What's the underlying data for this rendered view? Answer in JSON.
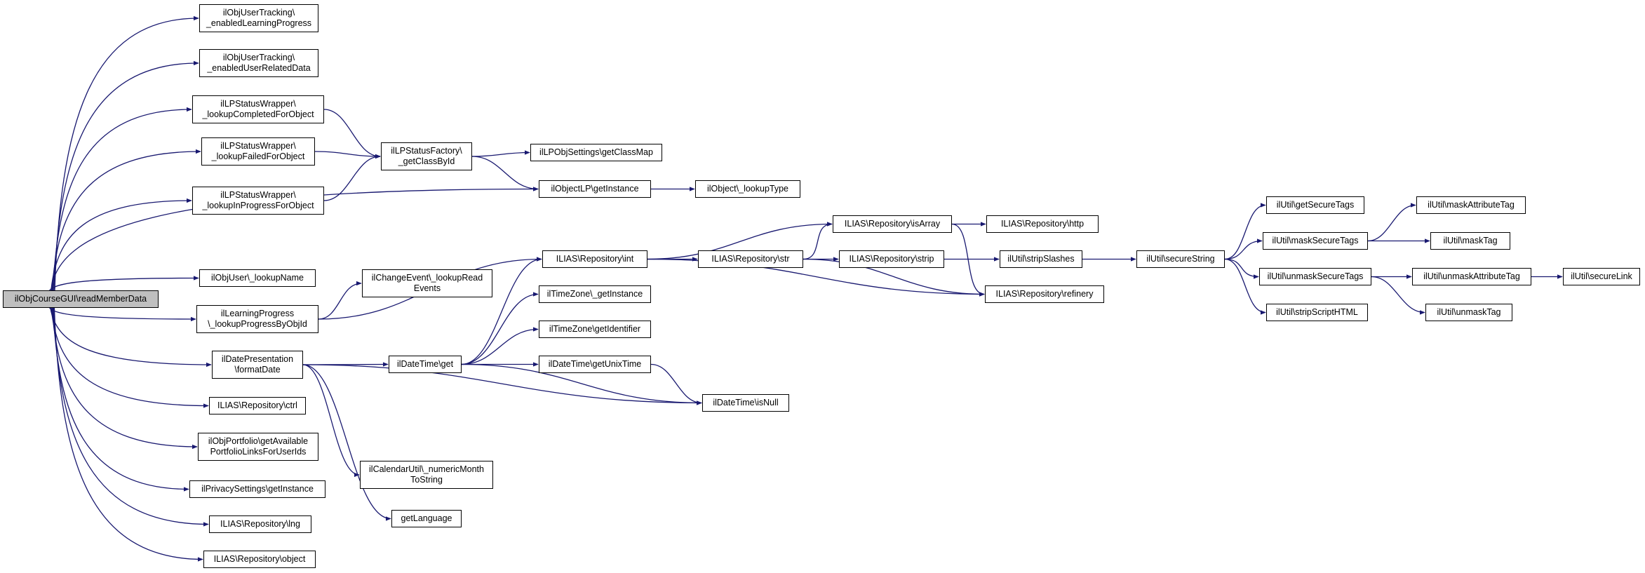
{
  "graph": {
    "edge_color": "#191970",
    "root_fill": "#bfbfbf",
    "nodes": [
      {
        "id": "root",
        "label": "ilObjCourseGUI\\readMemberData"
      },
      {
        "id": "n1",
        "label": "ilObjUserTracking\\\n_enabledLearningProgress"
      },
      {
        "id": "n2",
        "label": "ilObjUserTracking\\\n_enabledUserRelatedData"
      },
      {
        "id": "n3",
        "label": "ilLPStatusWrapper\\\n_lookupCompletedForObject"
      },
      {
        "id": "n4",
        "label": "ilLPStatusWrapper\\\n_lookupFailedForObject"
      },
      {
        "id": "n5",
        "label": "ilLPStatusWrapper\\\n_lookupInProgressForObject"
      },
      {
        "id": "n6",
        "label": "ilLPStatusFactory\\\n_getClassById"
      },
      {
        "id": "n7",
        "label": "ilLPObjSettings\\getClassMap"
      },
      {
        "id": "n8",
        "label": "ilObjectLP\\getInstance"
      },
      {
        "id": "n9",
        "label": "ilObject\\_lookupType"
      },
      {
        "id": "n10",
        "label": "ilObjUser\\_lookupName"
      },
      {
        "id": "n11",
        "label": "ilChangeEvent\\_lookupRead\nEvents"
      },
      {
        "id": "n12",
        "label": "ilLearningProgress\n\\_lookupProgressByObjId"
      },
      {
        "id": "n13",
        "label": "ilDatePresentation\n\\formatDate"
      },
      {
        "id": "n14",
        "label": "ILIAS\\Repository\\ctrl"
      },
      {
        "id": "n15",
        "label": "ilObjPortfolio\\getAvailable\nPortfolioLinksForUserIds"
      },
      {
        "id": "n16",
        "label": "ilPrivacySettings\\getInstance"
      },
      {
        "id": "n17",
        "label": "ILIAS\\Repository\\lng"
      },
      {
        "id": "n18",
        "label": "ILIAS\\Repository\\object"
      },
      {
        "id": "n19",
        "label": "ILIAS\\Repository\\int"
      },
      {
        "id": "n20",
        "label": "ilTimeZone\\_getInstance"
      },
      {
        "id": "n21",
        "label": "ilTimeZone\\getIdentifier"
      },
      {
        "id": "n22",
        "label": "ilDateTime\\getUnixTime"
      },
      {
        "id": "n23",
        "label": "ilDateTime\\get"
      },
      {
        "id": "n24",
        "label": "ilDateTime\\isNull"
      },
      {
        "id": "n25",
        "label": "ilCalendarUtil\\_numericMonth\nToString"
      },
      {
        "id": "n26",
        "label": "getLanguage"
      },
      {
        "id": "n27",
        "label": "ILIAS\\Repository\\isArray"
      },
      {
        "id": "n28",
        "label": "ILIAS\\Repository\\str"
      },
      {
        "id": "n29",
        "label": "ILIAS\\Repository\\strip"
      },
      {
        "id": "n30",
        "label": "ILIAS\\Repository\\http"
      },
      {
        "id": "n31",
        "label": "ILIAS\\Repository\\refinery"
      },
      {
        "id": "n32",
        "label": "ilUtil\\stripSlashes"
      },
      {
        "id": "n33",
        "label": "ilUtil\\secureString"
      },
      {
        "id": "n34",
        "label": "ilUtil\\getSecureTags"
      },
      {
        "id": "n35",
        "label": "ilUtil\\maskSecureTags"
      },
      {
        "id": "n36",
        "label": "ilUtil\\unmaskSecureTags"
      },
      {
        "id": "n37",
        "label": "ilUtil\\stripScriptHTML"
      },
      {
        "id": "n38",
        "label": "ilUtil\\maskAttributeTag"
      },
      {
        "id": "n39",
        "label": "ilUtil\\maskTag"
      },
      {
        "id": "n40",
        "label": "ilUtil\\unmaskAttributeTag"
      },
      {
        "id": "n41",
        "label": "ilUtil\\unmaskTag"
      },
      {
        "id": "n42",
        "label": "ilUtil\\secureLink"
      }
    ],
    "edges": [
      [
        "root",
        "n1"
      ],
      [
        "root",
        "n2"
      ],
      [
        "root",
        "n3"
      ],
      [
        "root",
        "n4"
      ],
      [
        "root",
        "n5"
      ],
      [
        "root",
        "n8"
      ],
      [
        "root",
        "n10"
      ],
      [
        "root",
        "n12"
      ],
      [
        "root",
        "n13"
      ],
      [
        "root",
        "n14"
      ],
      [
        "root",
        "n15"
      ],
      [
        "root",
        "n16"
      ],
      [
        "root",
        "n17"
      ],
      [
        "root",
        "n18"
      ],
      [
        "n3",
        "n6"
      ],
      [
        "n4",
        "n6"
      ],
      [
        "n5",
        "n6"
      ],
      [
        "n6",
        "n7"
      ],
      [
        "n6",
        "n8"
      ],
      [
        "n8",
        "n9"
      ],
      [
        "n12",
        "n11"
      ],
      [
        "n12",
        "n19"
      ],
      [
        "n13",
        "n23"
      ],
      [
        "n13",
        "n24"
      ],
      [
        "n13",
        "n25"
      ],
      [
        "n13",
        "n26"
      ],
      [
        "n23",
        "n19"
      ],
      [
        "n23",
        "n20"
      ],
      [
        "n23",
        "n21"
      ],
      [
        "n23",
        "n22"
      ],
      [
        "n23",
        "n24"
      ],
      [
        "n22",
        "n24"
      ],
      [
        "n19",
        "n27"
      ],
      [
        "n19",
        "n28"
      ],
      [
        "n19",
        "n31"
      ],
      [
        "n28",
        "n27"
      ],
      [
        "n28",
        "n29"
      ],
      [
        "n28",
        "n31"
      ],
      [
        "n27",
        "n30"
      ],
      [
        "n27",
        "n31"
      ],
      [
        "n29",
        "n32"
      ],
      [
        "n32",
        "n33"
      ],
      [
        "n33",
        "n34"
      ],
      [
        "n33",
        "n35"
      ],
      [
        "n33",
        "n36"
      ],
      [
        "n33",
        "n37"
      ],
      [
        "n35",
        "n38"
      ],
      [
        "n35",
        "n39"
      ],
      [
        "n36",
        "n40"
      ],
      [
        "n36",
        "n41"
      ],
      [
        "n40",
        "n42"
      ]
    ]
  }
}
